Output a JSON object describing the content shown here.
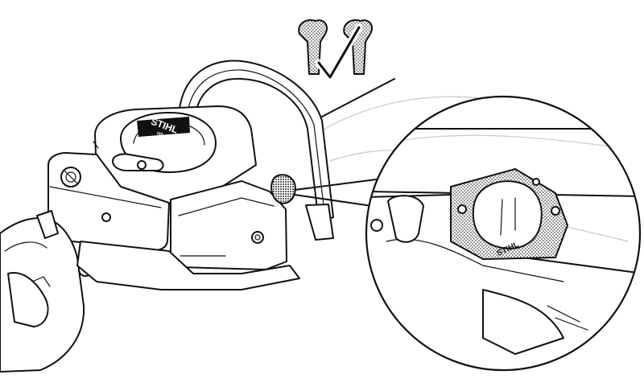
{
  "illustration": {
    "brand_logo_text": "STIHL",
    "model_badge_text": "HS 82 R",
    "dial_logo_text": "STIHL",
    "palette": {
      "line": "#111111",
      "paper": "#ffffff",
      "dots": "#555555",
      "background_lines": "#c9c9c9"
    },
    "icons": [
      "gloves-icon",
      "checkmark-icon"
    ]
  }
}
